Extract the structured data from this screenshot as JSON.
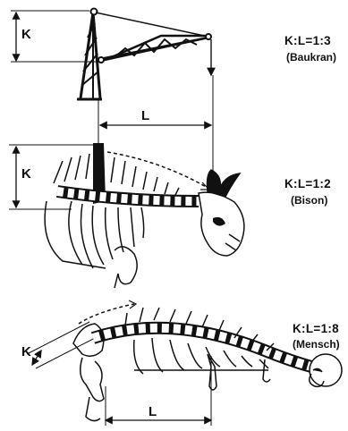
{
  "panels": [
    {
      "id": "baukran",
      "k": "K",
      "l": "",
      "ratio": "K:L=1:3",
      "caption": "(Baukran)"
    },
    {
      "id": "bison",
      "k": "K",
      "l": "L",
      "ratio": "K:L=1:2",
      "caption": "(Bison)"
    },
    {
      "id": "mensch",
      "k": "K",
      "l": "L",
      "ratio": "K:L=1:8",
      "caption": "(Mensch)"
    }
  ]
}
